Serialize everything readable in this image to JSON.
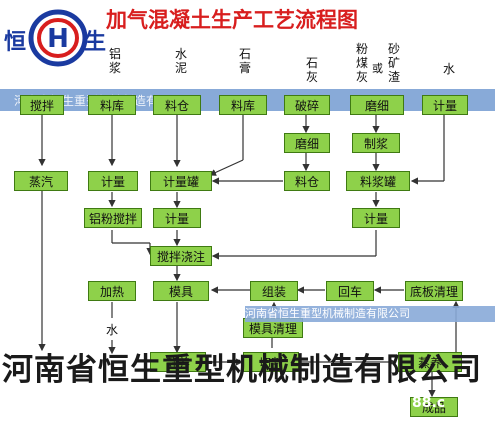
{
  "title": "加气混凝土生产工艺流程图",
  "logo": {
    "left_char": "恒",
    "right_char": "生",
    "badge": "H"
  },
  "raw_materials": {
    "aluminum": "铝浆",
    "cement": "水泥",
    "gypsum": "石膏",
    "lime": "石灰",
    "flyash": "粉煤灰",
    "or_label": "或",
    "sand": "砂矿渣",
    "water": "水"
  },
  "nodes": {
    "jiaoban_top": "搅拌",
    "liaoku_al": "料库",
    "liaocang_cement": "料仓",
    "liaoku_gypsum": "料库",
    "posui": "破碎",
    "moxi_flyash": "磨细",
    "jiliang_water": "计量",
    "zhengqi": "蒸汽",
    "jiliang_al": "计量",
    "jiliangguan": "计量罐",
    "moxi_lime": "磨细",
    "zhijiang": "制浆",
    "liaocang_lime": "料仓",
    "liaojiangguan": "料浆罐",
    "lvfen_jiaoban": "铝粉搅拌",
    "jiliang_mid": "计量",
    "jiliang_slurry": "计量",
    "jiaoban_jiaozhu": "搅拌浇注",
    "jiare": "加热",
    "muju": "模具",
    "zuzhuang": "组装",
    "huiche": "回车",
    "diban_qingli": "底板清理",
    "muju_qingli": "模具清理",
    "jingyang": "静养",
    "qiege": "切割",
    "zhengyang": "蒸养",
    "chengpin": "成品"
  },
  "water_label": "水",
  "watermark": {
    "band_text": "河南省恒生重型机械制造有限公司",
    "bottom_text": "河南省恒生重型机械制造有限公司",
    "url_fragment": "88.c"
  },
  "colors": {
    "box_fill": "#8ed14a",
    "box_border": "#3f7a12",
    "title": "#d81e1e",
    "band": "#88aad8"
  }
}
